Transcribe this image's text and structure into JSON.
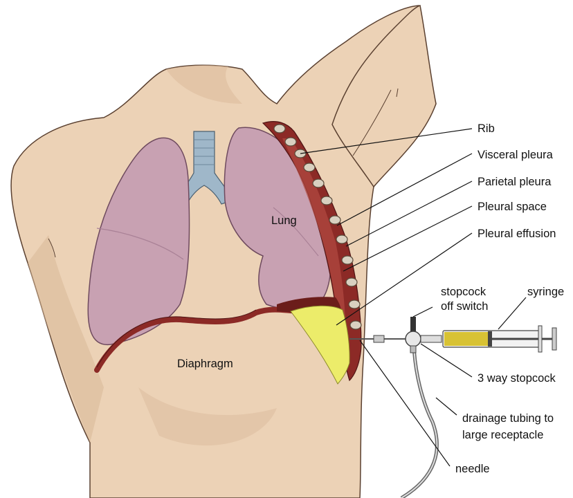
{
  "labels": {
    "rib": "Rib",
    "visceral_pleura": "Visceral pleura",
    "parietal_pleura": "Parietal pleura",
    "pleural_space": "Pleural space",
    "pleural_effusion": "Pleural effusion",
    "lung": "Lung",
    "diaphragm": "Diaphragm",
    "stopcock_off_switch_line1": "stopcock",
    "stopcock_off_switch_line2": "off switch",
    "syringe": "syringe",
    "three_way_stopcock": "3 way stopcock",
    "drainage_tubing_line1": "drainage tubing to",
    "drainage_tubing_line2": "large receptacle",
    "needle": "needle"
  },
  "colors": {
    "skin": "#ecd2b6",
    "skin_shadow": "#d9b898",
    "lung": "#c8a1b2",
    "lung_dark": "#a98196",
    "trachea": "#9fb7c9",
    "chest_wall": "#8c2a26",
    "chest_wall_light": "#b24a42",
    "effusion": "#ecec6a",
    "rib_fill": "#d9d0c0",
    "syringe_fluid": "#d8c234"
  }
}
